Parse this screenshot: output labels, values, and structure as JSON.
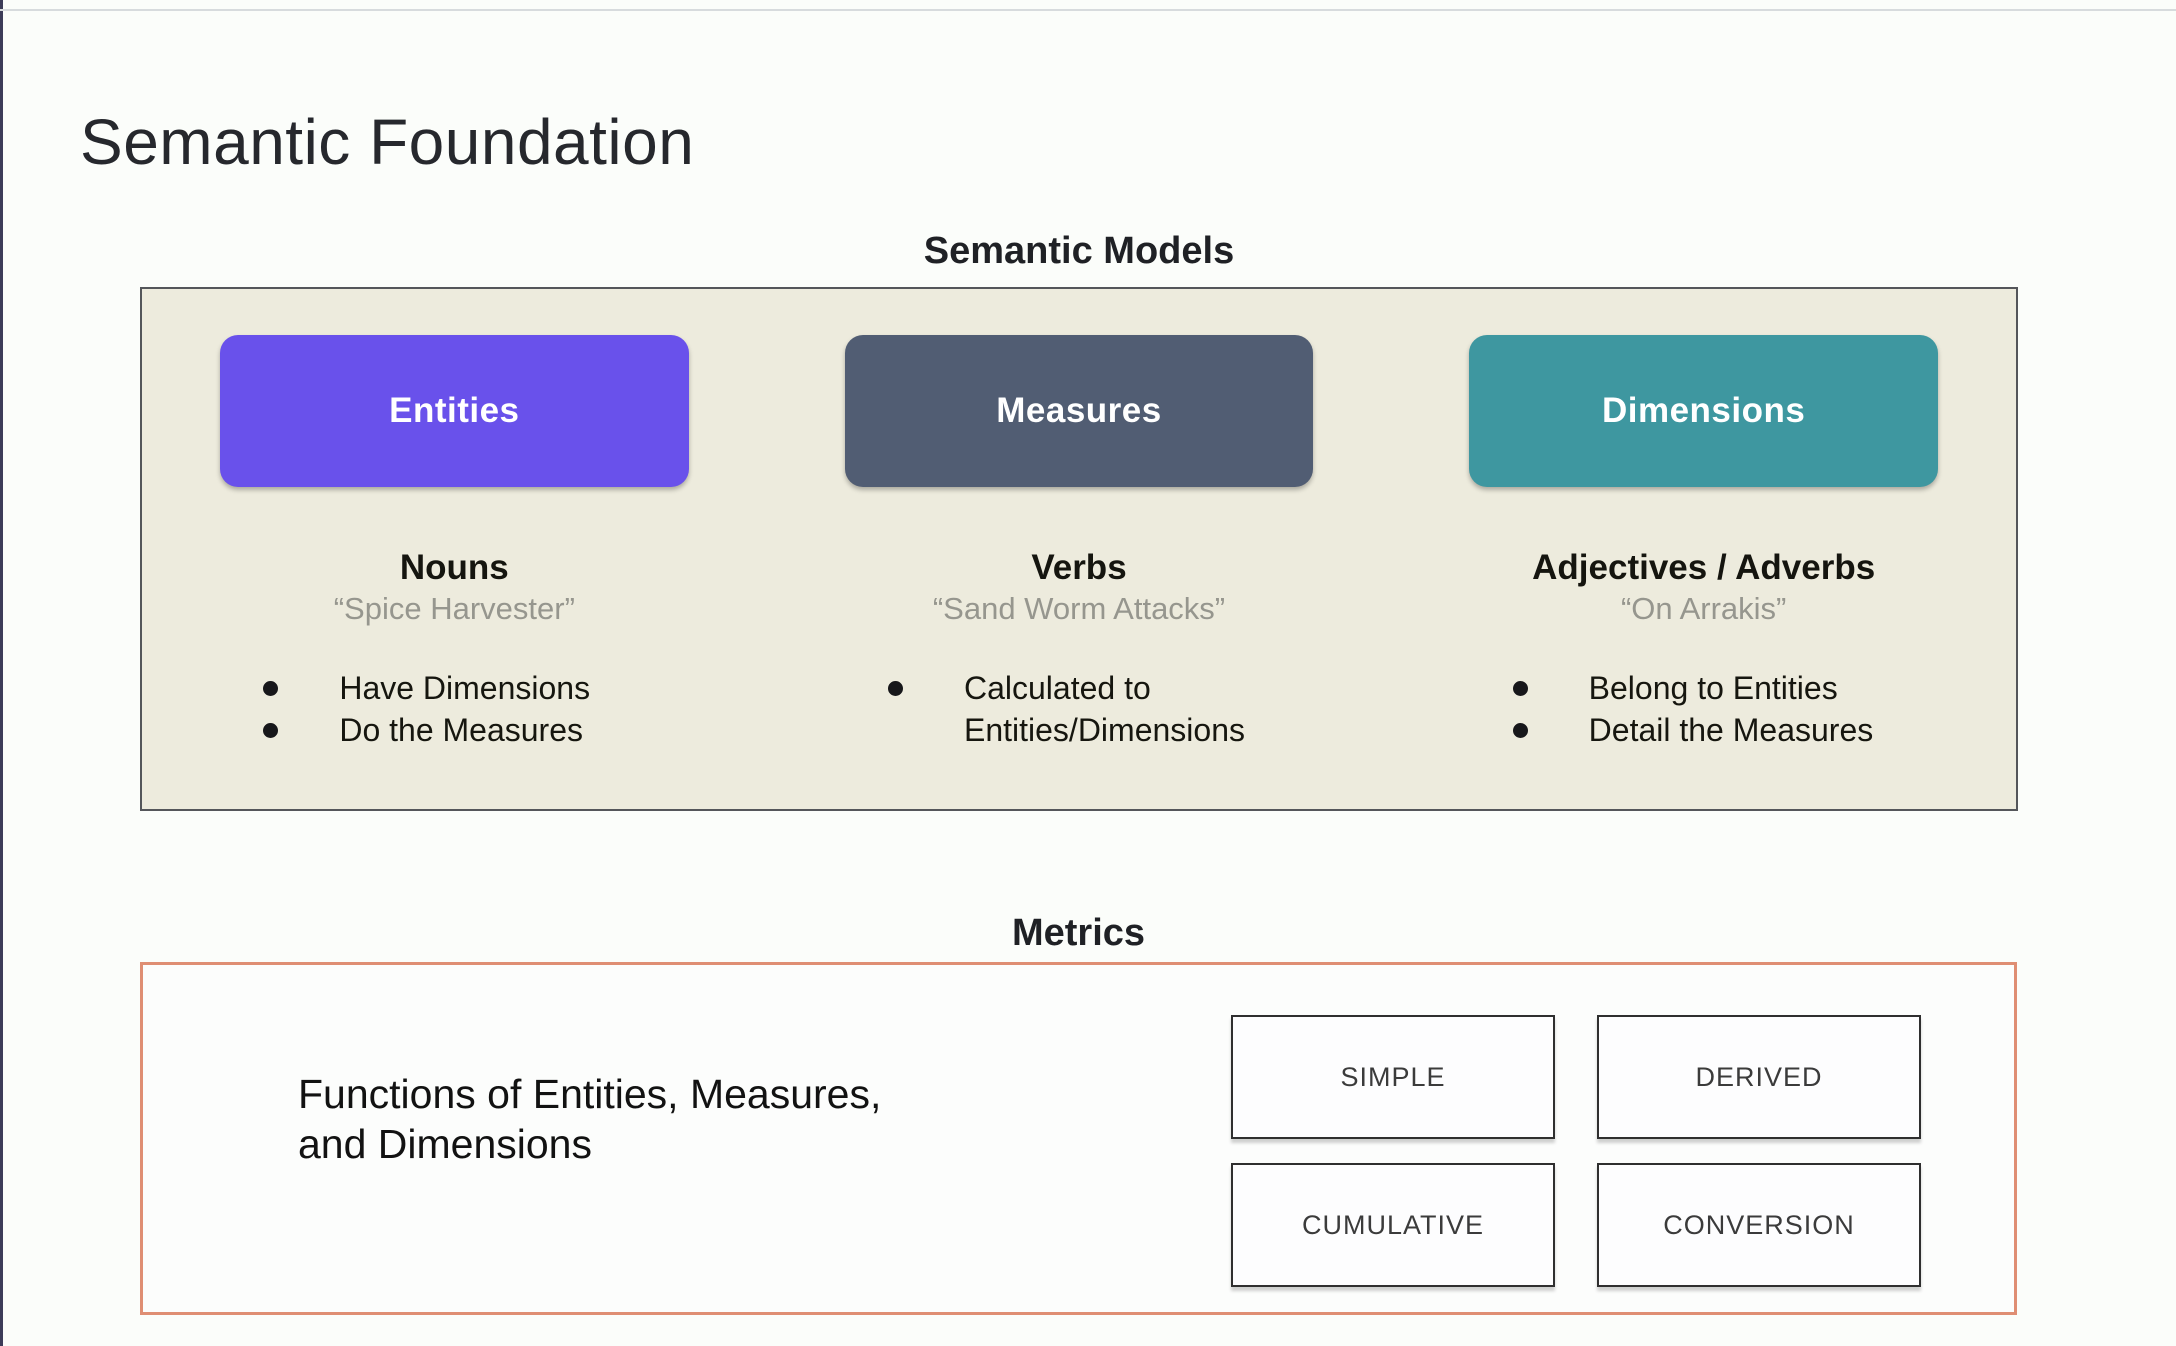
{
  "slide": {
    "title": "Semantic Foundation"
  },
  "semantic_models": {
    "heading": "Semantic Models",
    "columns": [
      {
        "label": "Entities",
        "color": "#6951eb",
        "heading": "Nouns",
        "quote": "“Spice Harvester”",
        "bullets": [
          "Have Dimensions",
          "Do the Measures"
        ]
      },
      {
        "label": "Measures",
        "color": "#515d73",
        "heading": "Verbs",
        "quote": "“Sand Worm Attacks”",
        "bullets": [
          "Calculated to Entities/Dimensions"
        ]
      },
      {
        "label": "Dimensions",
        "color": "#3e97a0",
        "heading": "Adjectives / Adverbs",
        "quote": "“On Arrakis”",
        "bullets": [
          "Belong to Entities",
          "Detail the Measures"
        ]
      }
    ]
  },
  "metrics": {
    "heading": "Metrics",
    "description": "Functions of Entities, Measures,\nand Dimensions",
    "border_color": "#df8e73",
    "boxes": [
      "SIMPLE",
      "DERIVED",
      "CUMULATIVE",
      "CONVERSION"
    ]
  },
  "colors": {
    "page_background": "#fbfdfa",
    "panel_background": "#edebdd",
    "panel_border": "#54565a"
  }
}
